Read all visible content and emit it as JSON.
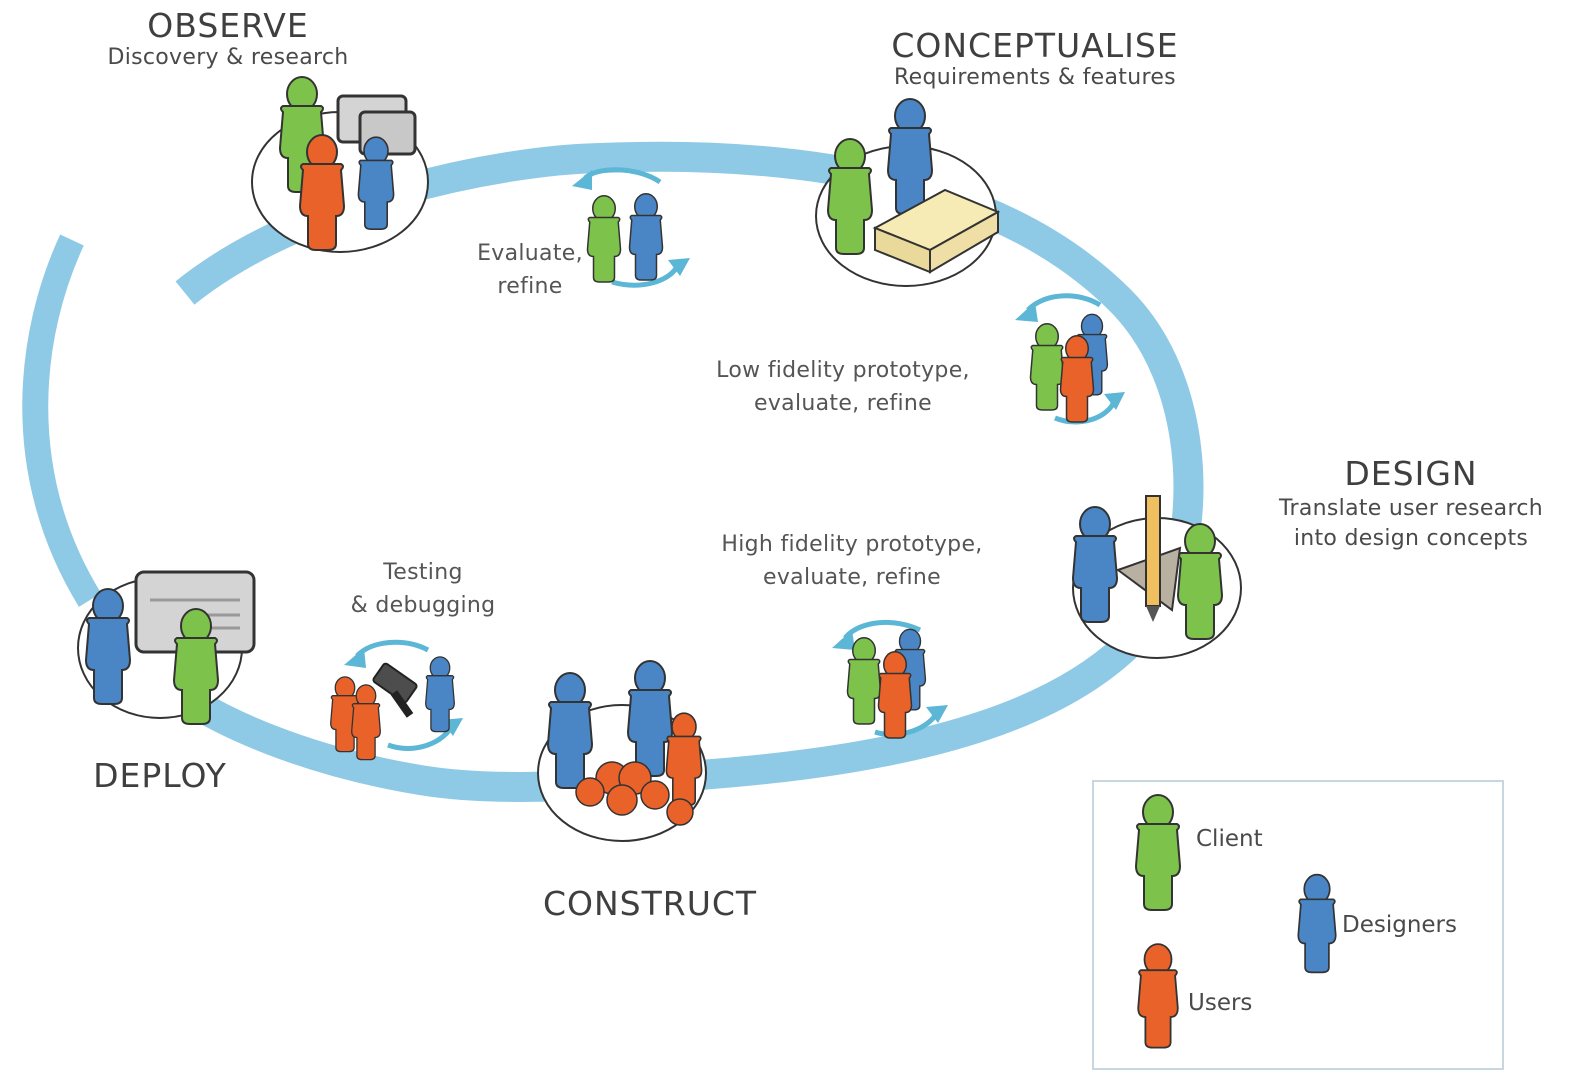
{
  "colors": {
    "cycle": "#8ecae6",
    "arrow": "#5cb6d6",
    "client": "#7dc24b",
    "designer": "#4a86c5",
    "user": "#e8622a",
    "outline": "#333333"
  },
  "phases": {
    "observe": {
      "title": "OBSERVE",
      "subtitle": "Discovery & research"
    },
    "conceptualise": {
      "title": "CONCEPTUALISE",
      "subtitle": "Requirements & features"
    },
    "design": {
      "title": "DESIGN",
      "subtitle_line1": "Translate user research",
      "subtitle_line2": "into design concepts"
    },
    "construct": {
      "title": "CONSTRUCT"
    },
    "deploy": {
      "title": "DEPLOY"
    }
  },
  "steps": {
    "evaluate": {
      "line1": "Evaluate,",
      "line2": "refine"
    },
    "low_fi": {
      "line1": "Low fidelity prototype,",
      "line2": "evaluate, refine"
    },
    "high_fi": {
      "line1": "High fidelity prototype,",
      "line2": "evaluate, refine"
    },
    "testing": {
      "line1": "Testing",
      "line2": "& debugging"
    }
  },
  "legend": {
    "client": "Client",
    "designers": "Designers",
    "users": "Users"
  }
}
